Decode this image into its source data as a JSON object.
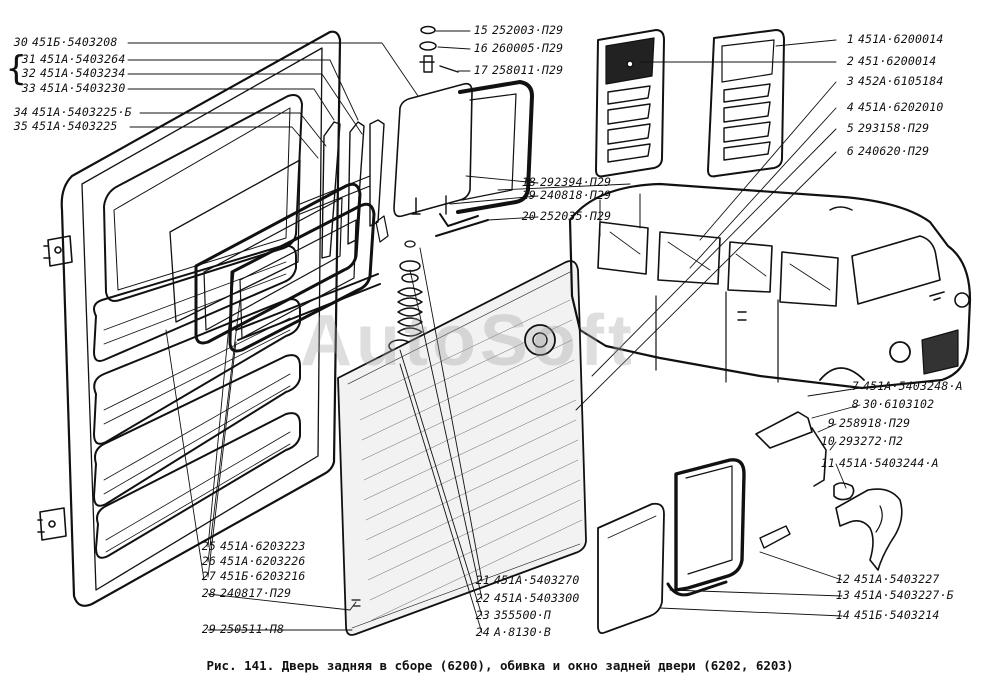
{
  "caption": "Рис. 141. Дверь задняя в сборе (6200), обивка и окно задней двери (6202, 6203)",
  "watermark": "AutoSoft",
  "labels_left": [
    {
      "num": "30",
      "part": "451Б·5403208"
    },
    {
      "num": "31",
      "part": "451А·5403264"
    },
    {
      "num": "32",
      "part": "451А·5403234"
    },
    {
      "num": "33",
      "part": "451А·5403230"
    },
    {
      "num": "34",
      "part": "451А·5403225·Б"
    },
    {
      "num": "35",
      "part": "451А·5403225"
    }
  ],
  "labels_top": [
    {
      "num": "15",
      "part": "252003·П29"
    },
    {
      "num": "16",
      "part": "260005·П29"
    },
    {
      "num": "17",
      "part": "258011·П29"
    }
  ],
  "labels_right": [
    {
      "num": "1",
      "part": "451А·6200014"
    },
    {
      "num": "2",
      "part": "451·6200014"
    },
    {
      "num": "3",
      "part": "452А·6105184"
    },
    {
      "num": "4",
      "part": "451А·6202010"
    },
    {
      "num": "5",
      "part": "293158·П29"
    },
    {
      "num": "6",
      "part": "240620·П29"
    }
  ],
  "labels_mid": [
    {
      "num": "18",
      "part": "292394·П29"
    },
    {
      "num": "19",
      "part": "240818·П29"
    },
    {
      "num": "20",
      "part": "252035·П29"
    }
  ],
  "labels_right_low": [
    {
      "num": "7",
      "part": "451А·5403248·А"
    },
    {
      "num": "8",
      "part": "30·6103102"
    },
    {
      "num": "9",
      "part": "258918·П29"
    },
    {
      "num": "10",
      "part": "293272·П2"
    },
    {
      "num": "11",
      "part": "451А·5403244·А"
    }
  ],
  "labels_bottom_right": [
    {
      "num": "12",
      "part": "451А·5403227"
    },
    {
      "num": "13",
      "part": "451А·5403227·Б"
    },
    {
      "num": "14",
      "part": "451Б·5403214"
    }
  ],
  "labels_bottom_mid": [
    {
      "num": "21",
      "part": "451А·5403270"
    },
    {
      "num": "22",
      "part": "451А·5403300"
    },
    {
      "num": "23",
      "part": "355500·П"
    },
    {
      "num": "24",
      "part": "А·8130·В"
    }
  ],
  "labels_bottom_left": [
    {
      "num": "25",
      "part": "451А·6203223"
    },
    {
      "num": "26",
      "part": "451А·6203226"
    },
    {
      "num": "27",
      "part": "451Б·6203216"
    },
    {
      "num": "28",
      "part": "240817·П29"
    },
    {
      "num": "29",
      "part": "250511·П8"
    }
  ]
}
